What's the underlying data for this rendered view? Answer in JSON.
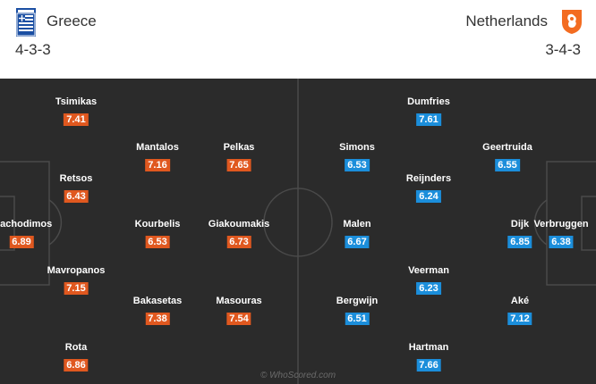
{
  "home": {
    "name": "Greece",
    "formation": "4-3-3",
    "crest_icon": "greece-flag-icon",
    "rating_color": "#e0581f",
    "players": [
      {
        "name": "Tsimikas",
        "rating": "7.41"
      },
      {
        "name": "Mantalos",
        "rating": "7.16"
      },
      {
        "name": "Pelkas",
        "rating": "7.65"
      },
      {
        "name": "Retsos",
        "rating": "6.43"
      },
      {
        "name": "Vlachodimos",
        "rating": "6.89"
      },
      {
        "name": "Kourbelis",
        "rating": "6.53"
      },
      {
        "name": "Giakoumakis",
        "rating": "6.73"
      },
      {
        "name": "Mavropanos",
        "rating": "7.15"
      },
      {
        "name": "Bakasetas",
        "rating": "7.38"
      },
      {
        "name": "Masouras",
        "rating": "7.54"
      },
      {
        "name": "Rota",
        "rating": "6.86"
      }
    ]
  },
  "away": {
    "name": "Netherlands",
    "formation": "3-4-3",
    "crest_icon": "netherlands-lion-crest-icon",
    "rating_color": "#1b8edb",
    "players": [
      {
        "name": "Dumfries",
        "rating": "7.61"
      },
      {
        "name": "Simons",
        "rating": "6.53"
      },
      {
        "name": "Geertruida",
        "rating": "6.55"
      },
      {
        "name": "Reijnders",
        "rating": "6.24"
      },
      {
        "name": "Malen",
        "rating": "6.67"
      },
      {
        "name": "Dijk",
        "rating": "6.85"
      },
      {
        "name": "Verbruggen",
        "rating": "6.38"
      },
      {
        "name": "Veerman",
        "rating": "6.23"
      },
      {
        "name": "Bergwijn",
        "rating": "6.51"
      },
      {
        "name": "Aké",
        "rating": "7.12"
      },
      {
        "name": "Hartman",
        "rating": "7.66"
      }
    ]
  },
  "watermark": "© WhoScored.com"
}
